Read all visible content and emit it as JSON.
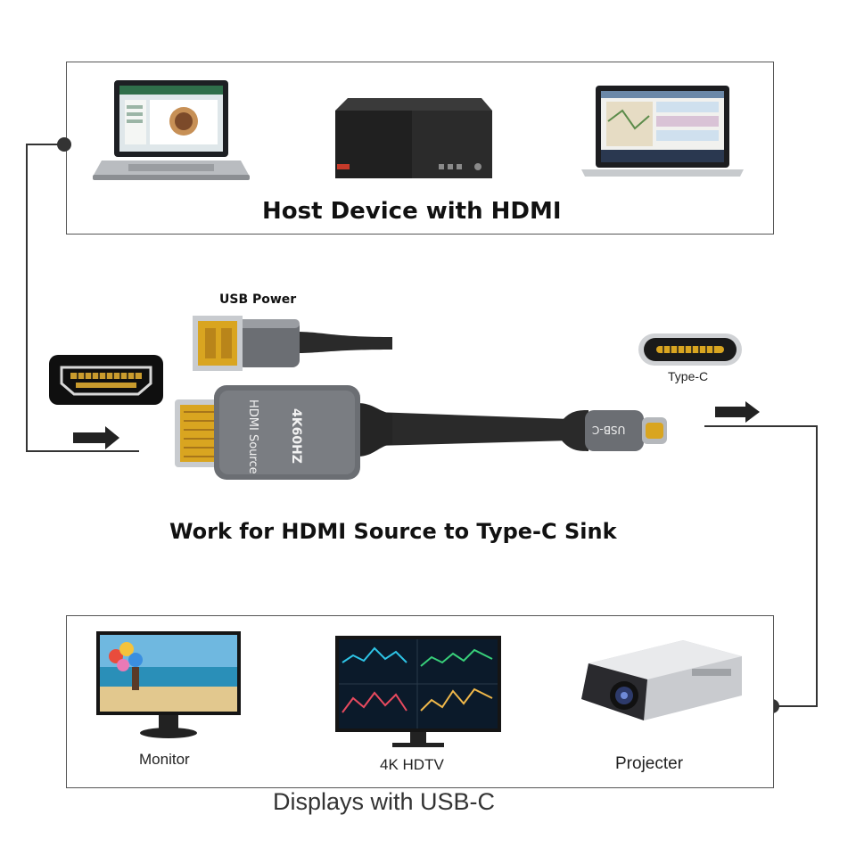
{
  "host": {
    "title": "Host Device with HDMI"
  },
  "cable": {
    "usb_power_label": "USB Power",
    "hdmi_plug_text_1": "HDMI Source",
    "hdmi_plug_text_2": "4K60HZ",
    "typec_plug_text": "USB-C",
    "typec_port_label": "Type-C",
    "caption": "Work for HDMI Source to Type-C Sink"
  },
  "displays": {
    "items": [
      {
        "label": "Monitor",
        "icon": "monitor-icon"
      },
      {
        "label": "4K HDTV",
        "icon": "tv-icon"
      },
      {
        "label": "Projecter",
        "icon": "projector-icon"
      }
    ],
    "caption": "Displays with USB-C"
  },
  "colors": {
    "border": "#555555",
    "gold": "#d9a520",
    "metal": "#6b6e73",
    "cable": "#2a2a2a"
  }
}
